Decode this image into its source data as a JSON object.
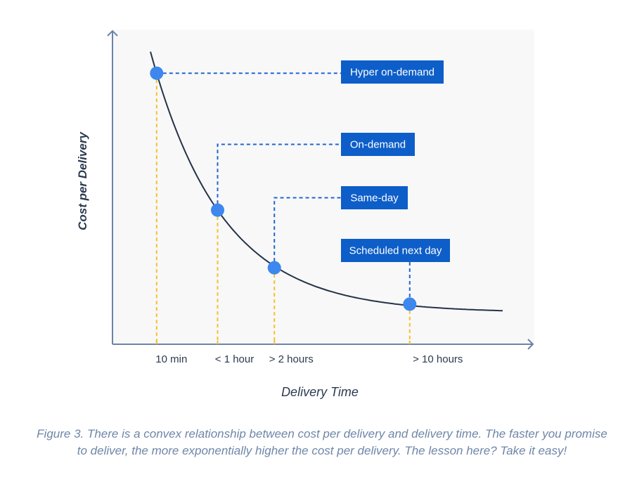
{
  "chart_data": {
    "type": "line",
    "title": "",
    "xlabel": "Delivery Time",
    "ylabel": "Cost per Delivery",
    "xlim": [
      0,
      10
    ],
    "ylim": [
      0,
      1
    ],
    "grid": false,
    "points": [
      {
        "tick": "10 min",
        "label": "Hyper on-demand",
        "x": 1.05,
        "cost": 0.865
      },
      {
        "tick": "< 1 hour",
        "label": "On-demand",
        "x": 2.5,
        "cost": 0.428
      },
      {
        "tick": "> 2 hours",
        "label": "Same-day",
        "x": 3.85,
        "cost": 0.244
      },
      {
        "tick": "> 10 hours",
        "label": "Scheduled next day",
        "x": 7.07,
        "cost": 0.128
      }
    ]
  },
  "caption": "Figure 3. There is a convex relationship between cost per delivery and delivery time. The faster you promise to deliver, the more exponentially higher the cost per delivery. The lesson here? Take it easy!",
  "colors": {
    "point": "#3d87ee",
    "label_box": "#0d5ec8",
    "guide": "#f5c02a",
    "connector": "#1f66d1",
    "curve": "#253349",
    "axis": "#6a84a8",
    "plot_bg": "#f8f8f8"
  }
}
